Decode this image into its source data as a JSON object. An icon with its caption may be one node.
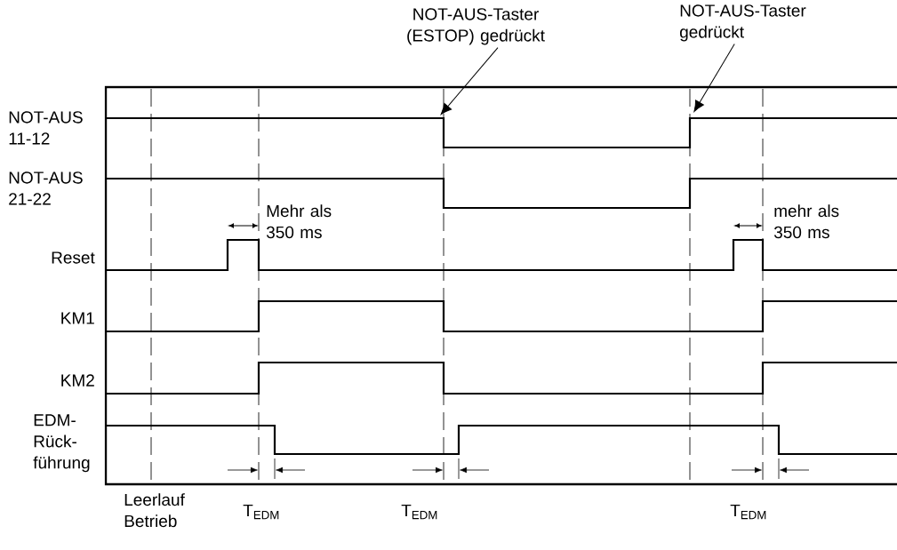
{
  "diagram": {
    "nodes": [
      {
        "text": [
          "NOT-AUS-Taster (ESTOP) gedrückt"
        ]
      },
      {
        "text": [
          "NOT-AUS-Taster gedrückt"
        ]
      }
    ],
    "edges": [
      {
        "from": 0,
        "to": null,
        "arrow": "to"
      },
      {
        "from": 1,
        "to": null,
        "arrow": "to"
      }
    ],
    "labels": [
      "NOT-AUS 11-12",
      "NOT-AUS 21-22",
      "Mehr als 350 ms",
      "mehr als 350 ms",
      "Reset",
      "KM1",
      "KM2",
      "EDM- Rück- führung",
      "Leerlauf Betrieb",
      "T$_{EDM}$",
      "T$_{EDM}$",
      "T$_{EDM}$"
    ]
  }
}
